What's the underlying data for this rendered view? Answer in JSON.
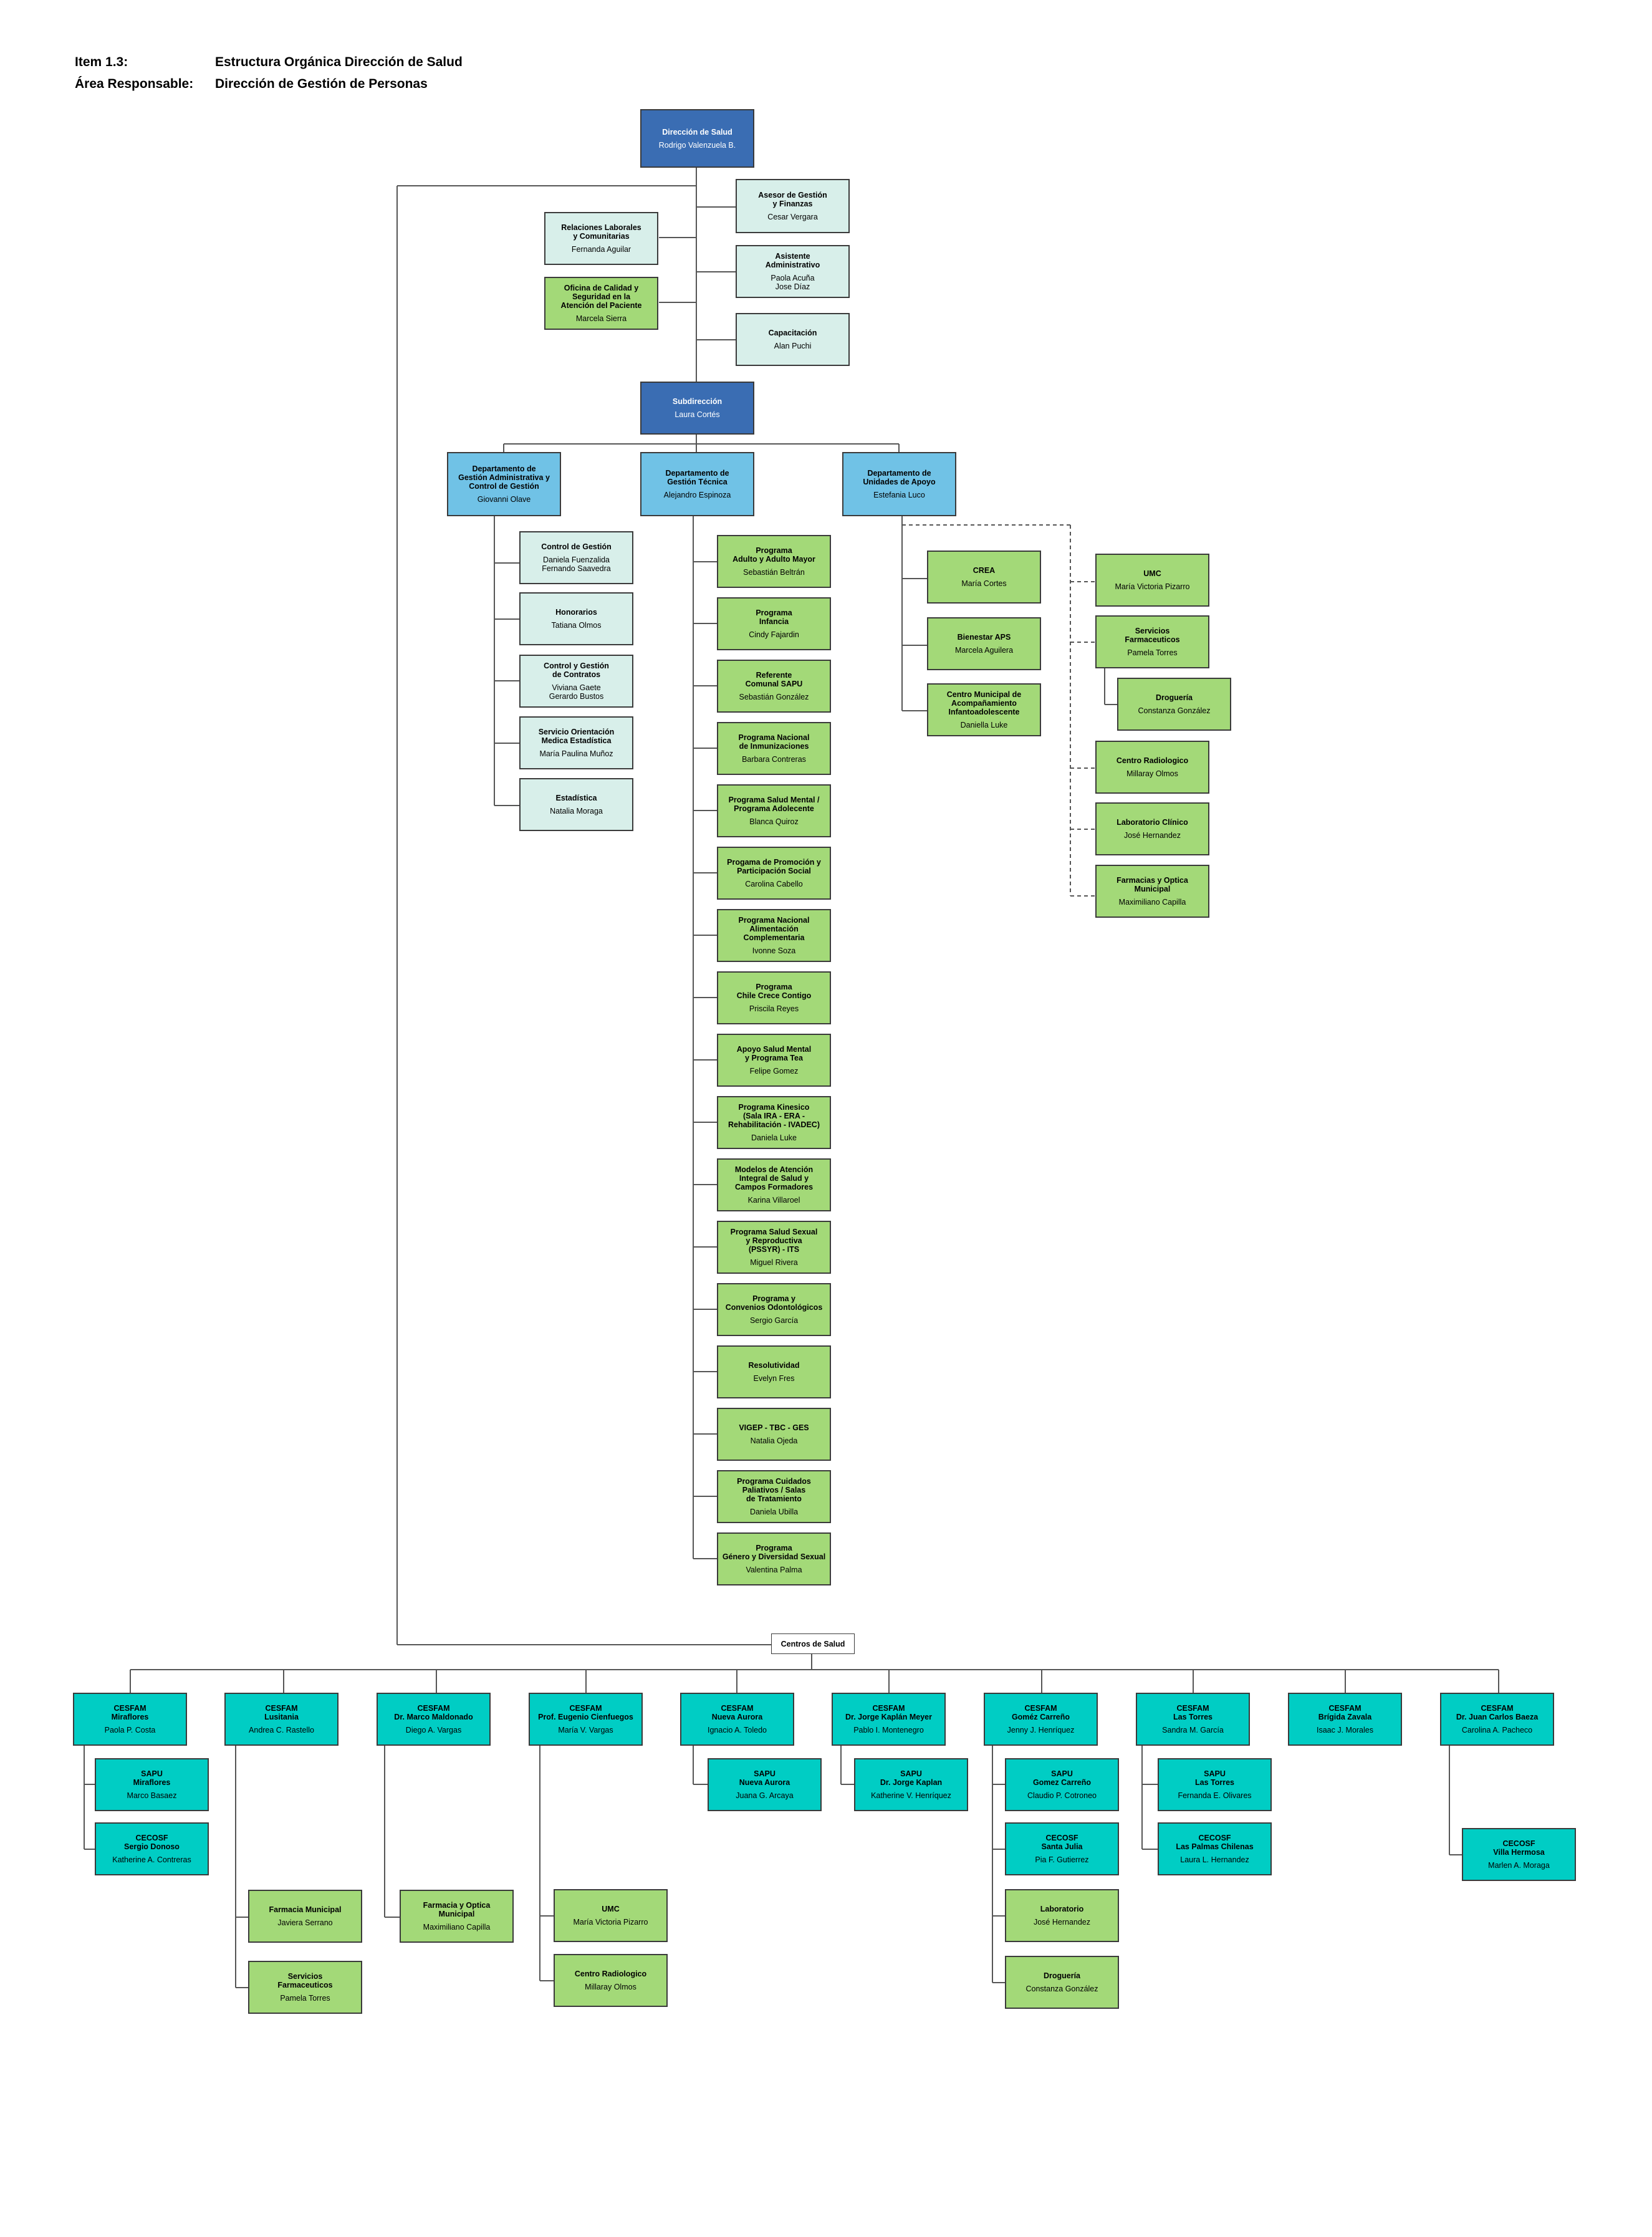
{
  "header": {
    "item_label": "Item 1.3:",
    "item_value": "Estructura Orgánica Dirección de Salud",
    "area_label": "Área Responsable:",
    "area_value": "Dirección de Gestión de Personas"
  },
  "colors": {
    "direccion": "#3a6db3",
    "departamento": "#70c2e6",
    "asesoria": "#d8efea",
    "programa": "#a3d978",
    "centro": "#00cdc4",
    "line": "#555555"
  },
  "top": {
    "direccion": {
      "title": "Dirección de Salud",
      "person": "Rodrigo Valenzuela B."
    },
    "asesor": {
      "title": "Asesor de Gestión\ny Finanzas",
      "person": "Cesar Vergara"
    },
    "relaciones": {
      "title": "Relaciones Laborales\ny Comunitarias",
      "person": "Fernanda Aguilar"
    },
    "asistente": {
      "title": "Asistente\nAdministrativo",
      "person": "Paola Acuña\nJose Díaz"
    },
    "calidad": {
      "title": "Oficina de Calidad y\nSeguridad en la\nAtención del Paciente",
      "person": "Marcela Sierra"
    },
    "capacitacion": {
      "title": "Capacitación",
      "person": "Alan Puchi"
    },
    "subdireccion": {
      "title": "Subdirección",
      "person": "Laura Cortés"
    }
  },
  "departments": {
    "admin": {
      "title": "Departamento de\nGestión Administrativa y\nControl de Gestión",
      "person": "Giovanni Olave"
    },
    "tecnica": {
      "title": "Departamento de\nGestión Técnica",
      "person": "Alejandro Espinoza"
    },
    "apoyo": {
      "title": "Departamento de\nUnidades de Apoyo",
      "person": "Estefania Luco"
    }
  },
  "admin_units": [
    {
      "title": "Control de Gestión",
      "person": "Daniela Fuenzalida\nFernando Saavedra"
    },
    {
      "title": "Honorarios",
      "person": "Tatiana Olmos"
    },
    {
      "title": "Control y Gestión\nde Contratos",
      "person": "Viviana Gaete\nGerardo Bustos"
    },
    {
      "title": "Servicio Orientación\nMedica Estadística",
      "person": "María Paulina Muñoz"
    },
    {
      "title": "Estadística",
      "person": "Natalia Moraga"
    }
  ],
  "programs": [
    {
      "title": "Programa\nAdulto y Adulto Mayor",
      "person": "Sebastián Beltrán"
    },
    {
      "title": "Programa\nInfancia",
      "person": "Cindy Fajardin"
    },
    {
      "title": "Referente\nComunal SAPU",
      "person": "Sebastián González"
    },
    {
      "title": "Programa Nacional\nde Inmunizaciones",
      "person": "Barbara Contreras"
    },
    {
      "title": "Programa Salud Mental /\nPrograma Adolecente",
      "person": "Blanca Quiroz"
    },
    {
      "title": "Progama de Promoción y\nParticipación Social",
      "person": "Carolina Cabello"
    },
    {
      "title": "Programa Nacional\nAlimentación\nComplementaria",
      "person": "Ivonne Soza"
    },
    {
      "title": "Programa\nChile Crece Contigo",
      "person": "Priscila Reyes"
    },
    {
      "title": "Apoyo Salud Mental\ny Programa Tea",
      "person": "Felipe Gomez"
    },
    {
      "title": "Programa Kinesico\n(Sala IRA - ERA -\nRehabilitación - IVADEC)",
      "person": "Daniela Luke"
    },
    {
      "title": "Modelos de Atención\nIntegral de Salud y\nCampos Formadores",
      "person": "Karina Villaroel"
    },
    {
      "title": "Programa Salud Sexual\ny Reproductiva\n(PSSYR) - ITS",
      "person": "Miguel Rivera"
    },
    {
      "title": "Programa y\nConvenios Odontológicos",
      "person": "Sergio García"
    },
    {
      "title": "Resolutividad",
      "person": "Evelyn Fres"
    },
    {
      "title": "VIGEP - TBC - GES",
      "person": "Natalia Ojeda"
    },
    {
      "title": "Programa Cuidados\nPaliativos / Salas\nde Tratamiento",
      "person": "Daniela Ubilla"
    },
    {
      "title": "Programa\nGénero y Diversidad Sexual",
      "person": "Valentina Palma"
    }
  ],
  "apoyo_units": [
    {
      "title": "CREA",
      "person": "María Cortes"
    },
    {
      "title": "Bienestar APS",
      "person": "Marcela Aguilera"
    },
    {
      "title": "Centro Municipal de\nAcompañamiento\nInfantoadolescente",
      "person": "Daniella Luke"
    }
  ],
  "apoyo_dashed": [
    {
      "title": "UMC",
      "person": "María Victoria Pizarro"
    },
    {
      "title": "Servicios\nFarmaceuticos",
      "person": "Pamela Torres"
    },
    {
      "title": "Droguería",
      "person": "Constanza González"
    },
    {
      "title": "Centro Radiologico",
      "person": "Millaray Olmos"
    },
    {
      "title": "Laboratorio Clínico",
      "person": "José Hernandez"
    },
    {
      "title": "Farmacias y Optica\nMunicipal",
      "person": "Maximiliano Capilla"
    }
  ],
  "centros_label": "Centros de Salud",
  "cesfam": [
    {
      "title": "CESFAM\nMiraflores",
      "person": "Paola P. Costa"
    },
    {
      "title": "CESFAM\nLusitania",
      "person": "Andrea C. Rastello"
    },
    {
      "title": "CESFAM\nDr. Marco Maldonado",
      "person": "Diego A. Vargas"
    },
    {
      "title": "CESFAM\nProf. Eugenio Cienfuegos",
      "person": "María V. Vargas"
    },
    {
      "title": "CESFAM\nNueva Aurora",
      "person": "Ignacio A. Toledo"
    },
    {
      "title": "CESFAM\nDr. Jorge Kaplán Meyer",
      "person": "Pablo I. Montenegro"
    },
    {
      "title": "CESFAM\nGoméz Carreño",
      "person": "Jenny J. Henríquez"
    },
    {
      "title": "CESFAM\nLas Torres",
      "person": "Sandra M. García"
    },
    {
      "title": "CESFAM\nBrígida Zavala",
      "person": "Isaac J. Morales"
    },
    {
      "title": "CESFAM\nDr. Juan Carlos Baeza",
      "person": "Carolina A. Pacheco"
    }
  ],
  "sub_centers": {
    "miraflores_sapu": {
      "title": "SAPU\nMiraflores",
      "person": "Marco Basaez"
    },
    "miraflores_cecosf": {
      "title": "CECOSF\nSergio Donoso",
      "person": "Katherine A. Contreras"
    },
    "lusitania_farmacia": {
      "title": "Farmacia Municipal",
      "person": "Javiera Serrano"
    },
    "lusitania_servicios": {
      "title": "Servicios\nFarmaceuticos",
      "person": "Pamela Torres"
    },
    "maldonado_farmacia": {
      "title": "Farmacia y Optica\nMunicipal",
      "person": "Maximiliano Capilla"
    },
    "cienfuegos_umc": {
      "title": "UMC",
      "person": "María Victoria Pizarro"
    },
    "cienfuegos_radiologico": {
      "title": "Centro Radiologico",
      "person": "Millaray Olmos"
    },
    "aurora_sapu": {
      "title": "SAPU\nNueva Aurora",
      "person": "Juana G. Arcaya"
    },
    "kaplan_sapu": {
      "title": "SAPU\nDr. Jorge Kaplan",
      "person": "Katherine V. Henríquez"
    },
    "gomez_sapu": {
      "title": "SAPU\nGomez Carreño",
      "person": "Claudio P. Cotroneo"
    },
    "gomez_cecosf": {
      "title": "CECOSF\nSanta Julia",
      "person": "Pia F. Gutierrez"
    },
    "gomez_lab": {
      "title": "Laboratorio",
      "person": "José Hernandez"
    },
    "gomez_drogueria": {
      "title": "Droguería",
      "person": "Constanza González"
    },
    "torres_sapu": {
      "title": "SAPU\nLas Torres",
      "person": "Fernanda E. Olivares"
    },
    "torres_cecosf": {
      "title": "CECOSF\nLas Palmas Chilenas",
      "person": "Laura L. Hernandez"
    },
    "baeza_cecosf": {
      "title": "CECOSF\nVilla Hermosa",
      "person": "Marlen A. Moraga"
    }
  }
}
